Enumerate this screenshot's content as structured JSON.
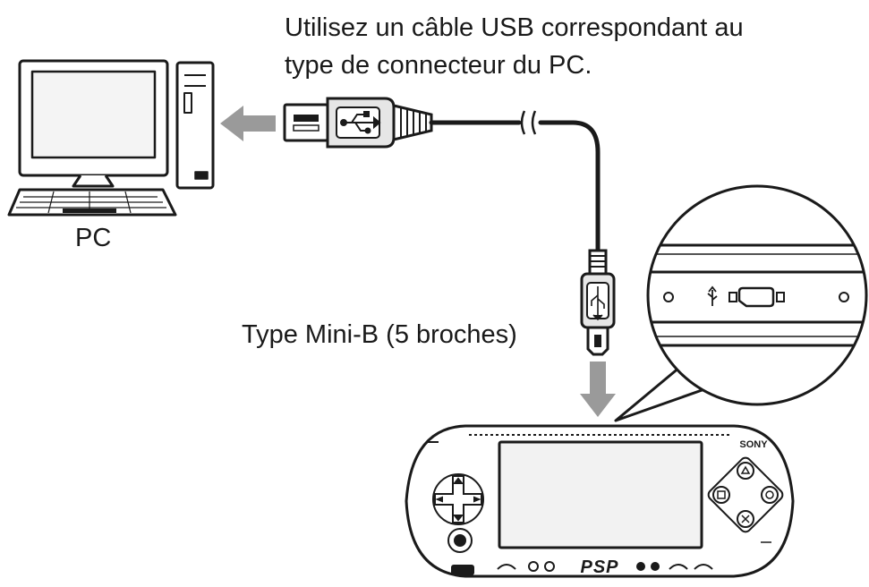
{
  "caption": {
    "line1": "Utilisez un câble USB correspondant au",
    "line2": "type de connecteur du PC."
  },
  "labels": {
    "pc": "PC",
    "mini_b": "Type Mini-B (5 broches)"
  },
  "device": {
    "brand": "SONY",
    "logo": "PSP"
  },
  "icons": {
    "usb_symbol": "usb-icon",
    "arrow_left": "arrow-left-icon",
    "arrow_down": "arrow-down-icon",
    "pc": "desktop-computer-icon",
    "console": "psp-console-icon"
  },
  "colors": {
    "line": "#1a1a1a",
    "arrow": "#9a9a9a",
    "connector_fill": "#e6e6e6",
    "screen": "#f2f2f2"
  }
}
